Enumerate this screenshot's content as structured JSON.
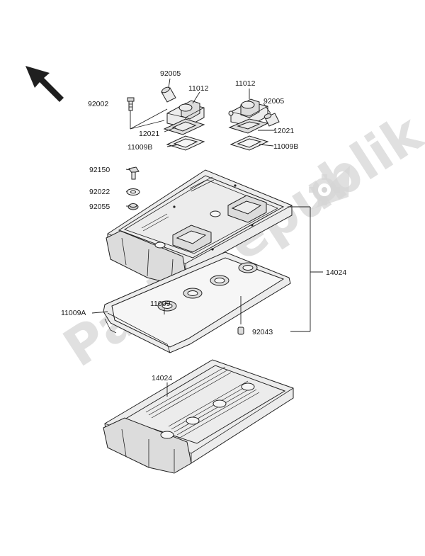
{
  "watermark": {
    "text": "PartsRepublik",
    "icon": "gear-icon"
  },
  "direction_arrow": {
    "icon": "direction-arrow-icon"
  },
  "labels": [
    {
      "id": "label-92005-left",
      "text": "92005"
    },
    {
      "id": "label-11012-left",
      "text": "11012"
    },
    {
      "id": "label-92002",
      "text": "92002"
    },
    {
      "id": "label-12021-left",
      "text": "12021"
    },
    {
      "id": "label-11009b-left",
      "text": "11009B"
    },
    {
      "id": "label-11012-right",
      "text": "11012"
    },
    {
      "id": "label-92005-right",
      "text": "92005"
    },
    {
      "id": "label-12021-right",
      "text": "12021"
    },
    {
      "id": "label-11009b-right",
      "text": "11009B"
    },
    {
      "id": "label-92150",
      "text": "92150"
    },
    {
      "id": "label-92022",
      "text": "92022"
    },
    {
      "id": "label-92055",
      "text": "92055"
    },
    {
      "id": "label-14024-right",
      "text": "14024"
    },
    {
      "id": "label-11009",
      "text": "11009"
    },
    {
      "id": "label-11009a",
      "text": "11009A"
    },
    {
      "id": "label-92043",
      "text": "92043"
    },
    {
      "id": "label-14024-bottom",
      "text": "14024"
    }
  ]
}
